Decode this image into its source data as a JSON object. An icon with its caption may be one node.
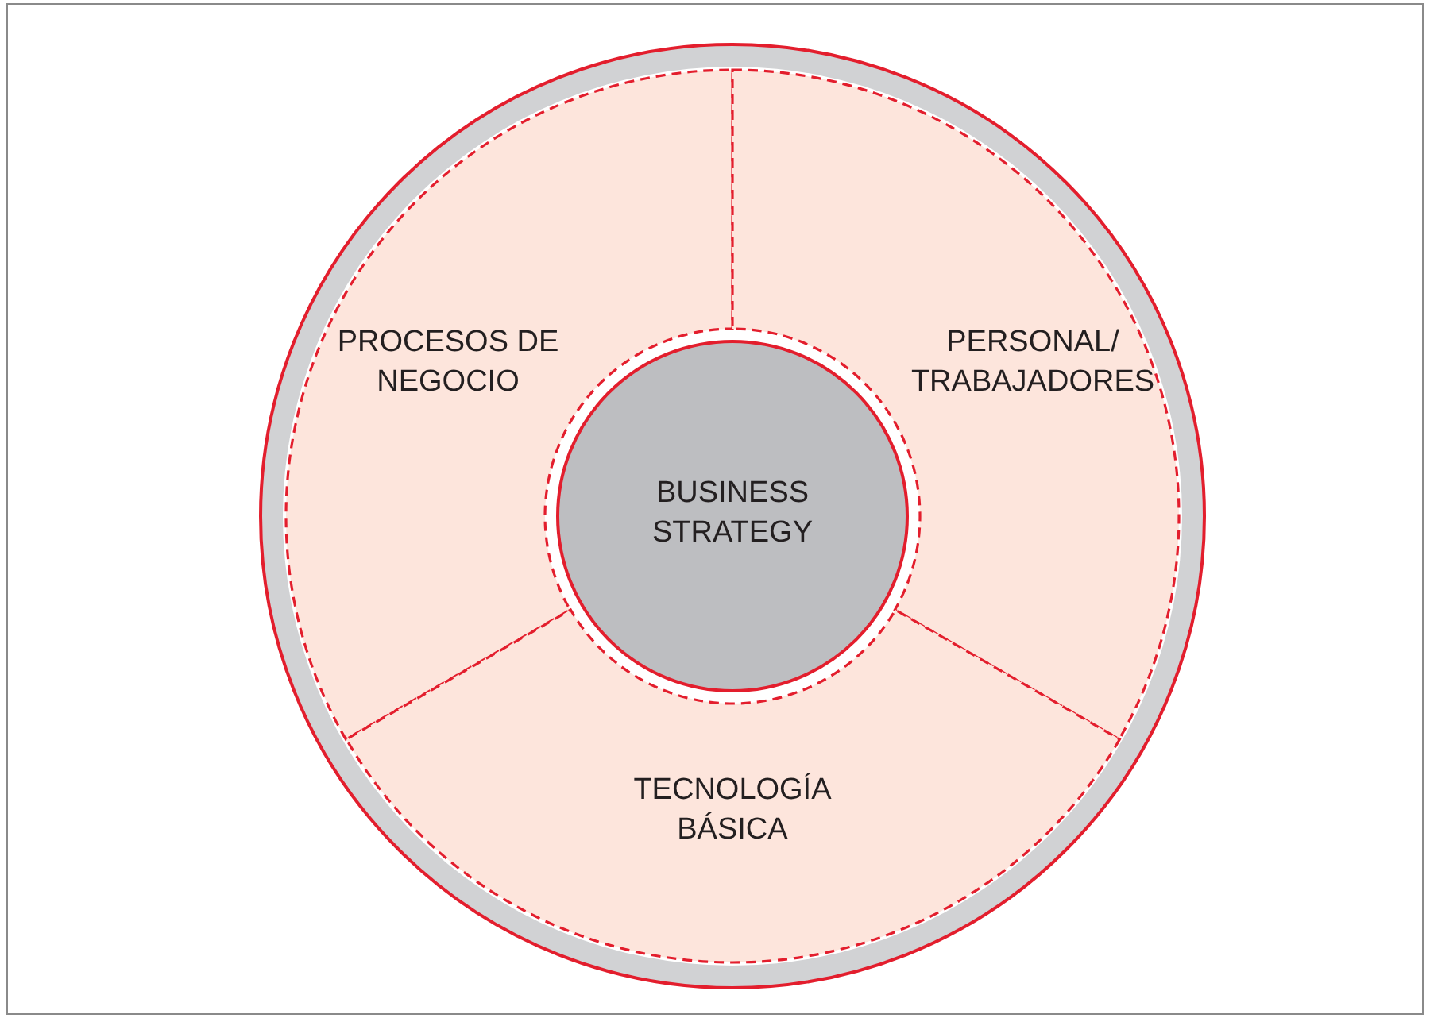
{
  "diagram": {
    "nodes": [
      {
        "text": [],
        "shape": "circle"
      },
      {
        "text": [
          "PROCESOS DE NEGOCIO"
        ],
        "in": 0
      },
      {
        "text": [
          "PERSONAL/ TRABAJADORES"
        ],
        "in": 0
      },
      {
        "text": [
          "BUSINESS STRATEGY"
        ],
        "in": 0
      },
      {
        "text": [
          "TECNOLOGÍA BÁSICA"
        ],
        "in": 0
      }
    ],
    "edges": []
  }
}
